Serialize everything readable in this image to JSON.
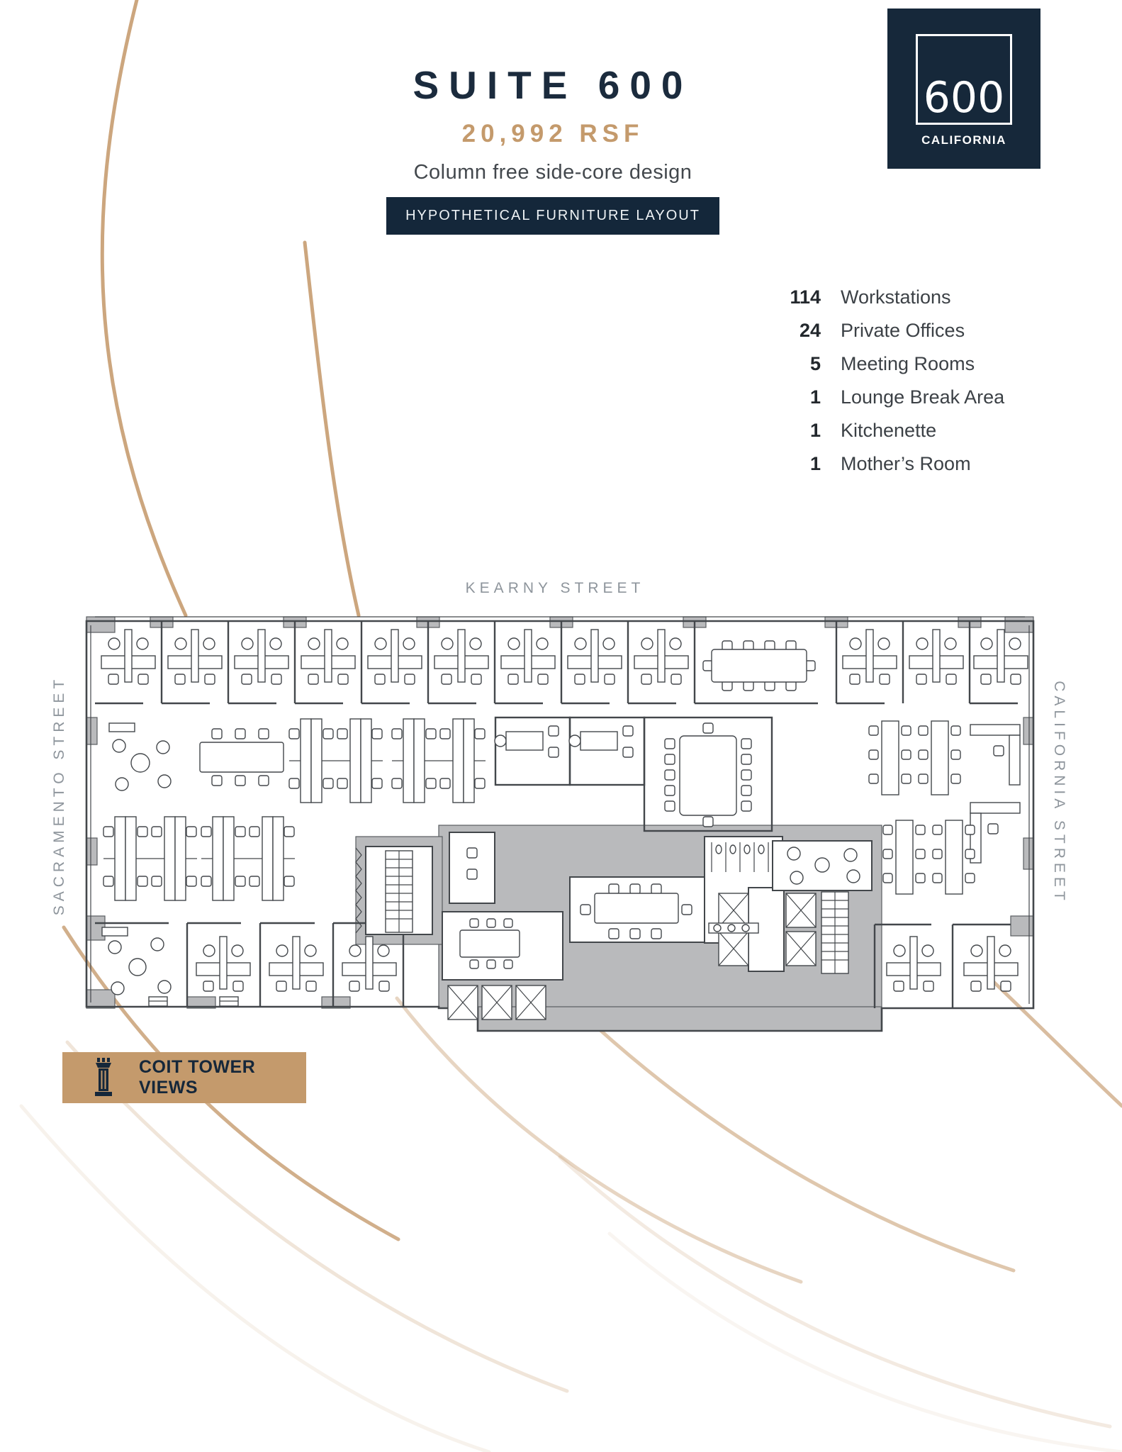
{
  "header": {
    "title": "SUITE 600",
    "rsf": "20,992 RSF",
    "subtitle": "Column free side-core design",
    "badge": "HYPOTHETICAL FURNITURE LAYOUT"
  },
  "logo": {
    "number": "600",
    "name": "CALIFORNIA",
    "bg": "#16283a"
  },
  "stats": {
    "items": [
      {
        "value": "114",
        "label": "Workstations"
      },
      {
        "value": "24",
        "label": "Private Offices"
      },
      {
        "value": "5",
        "label": "Meeting Rooms"
      },
      {
        "value": "1",
        "label": "Lounge Break Area"
      },
      {
        "value": "1",
        "label": "Kitchenette"
      },
      {
        "value": "1",
        "label": "Mother’s Room"
      }
    ]
  },
  "streets": {
    "top": "KEARNY STREET",
    "left": "SACRAMENTO STREET",
    "right": "CALIFORNIA STREET"
  },
  "callout": {
    "label": "COIT TOWER VIEWS",
    "icon": "coit-tower-icon"
  },
  "colors": {
    "navy": "#16283a",
    "tan": "#c49a6c",
    "arc_tan": "#c9a177",
    "plan_line": "#43474b",
    "plan_gray": "#b9babc",
    "street_gray": "#8e959c"
  }
}
